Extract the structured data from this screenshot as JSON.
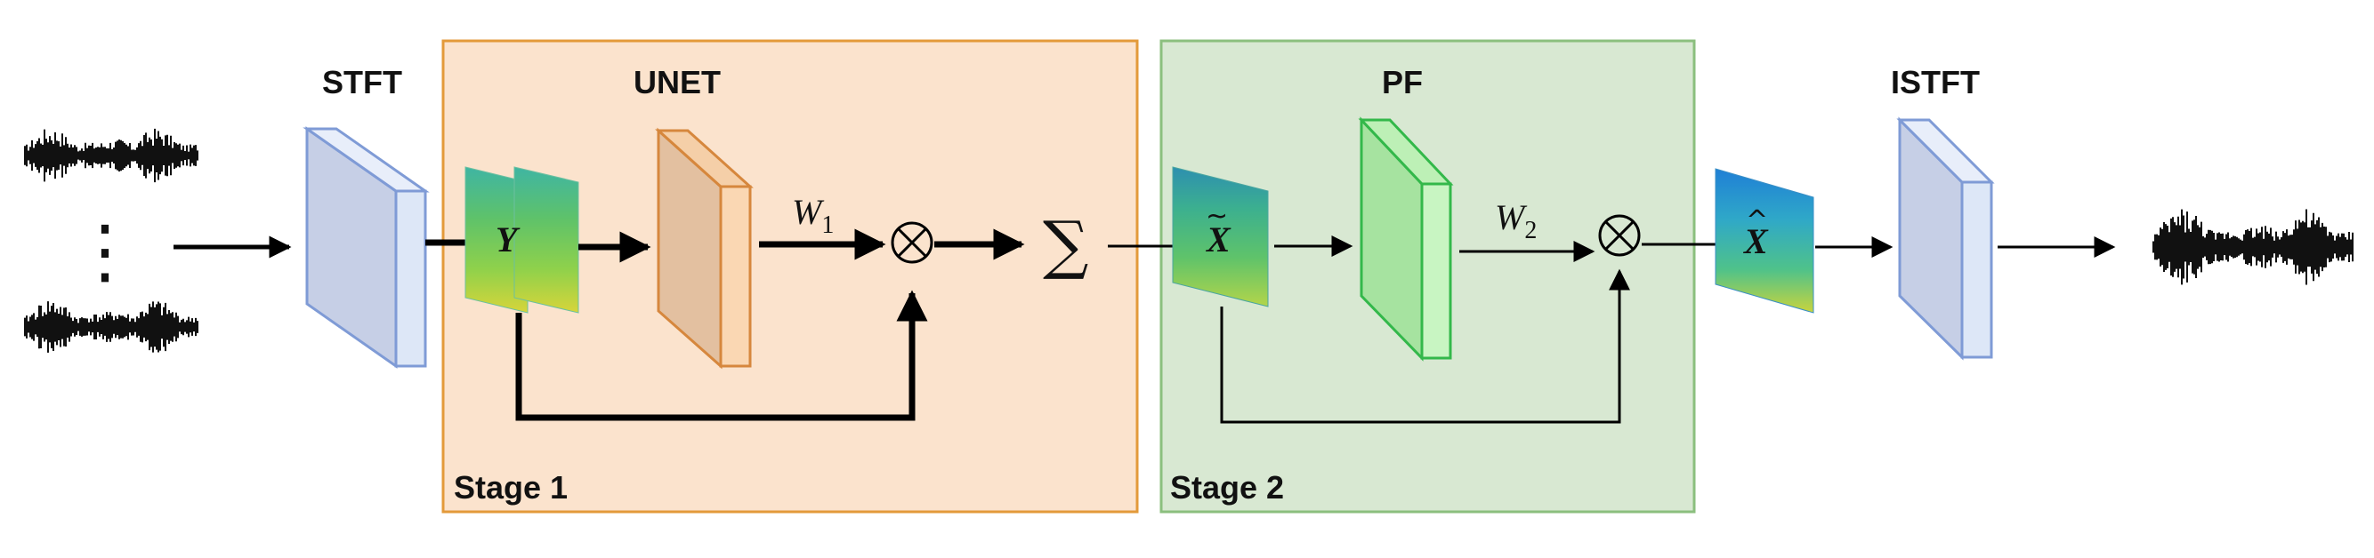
{
  "blocks": {
    "stft": "STFT",
    "unet": "UNET",
    "pf": "PF",
    "istft": "ISTFT"
  },
  "stages": {
    "stage1": "Stage 1",
    "stage2": "Stage 2"
  },
  "symbols": {
    "y": "Y",
    "w1_base": "W",
    "w1_sub": "1",
    "w2_base": "W",
    "w2_sub": "2",
    "x_tilde": "X",
    "x_hat": "X",
    "sum": "∑",
    "dots": "⋮"
  },
  "colors": {
    "stage1_fill": "#fbe3cd",
    "stage1_border": "#e39a3a",
    "stage2_fill": "#d8e8d2",
    "stage2_border": "#8bbf7e",
    "stft_front": "#c6cfe6",
    "stft_side": "#dde7f7",
    "stft_border": "#7f9bd6",
    "unet_front": "#e3c0a0",
    "unet_side": "#fad7b3",
    "unet_border": "#d6873d",
    "pf_front": "#a6e3a0",
    "pf_side": "#c8f5c2",
    "pf_border": "#33b84a"
  }
}
